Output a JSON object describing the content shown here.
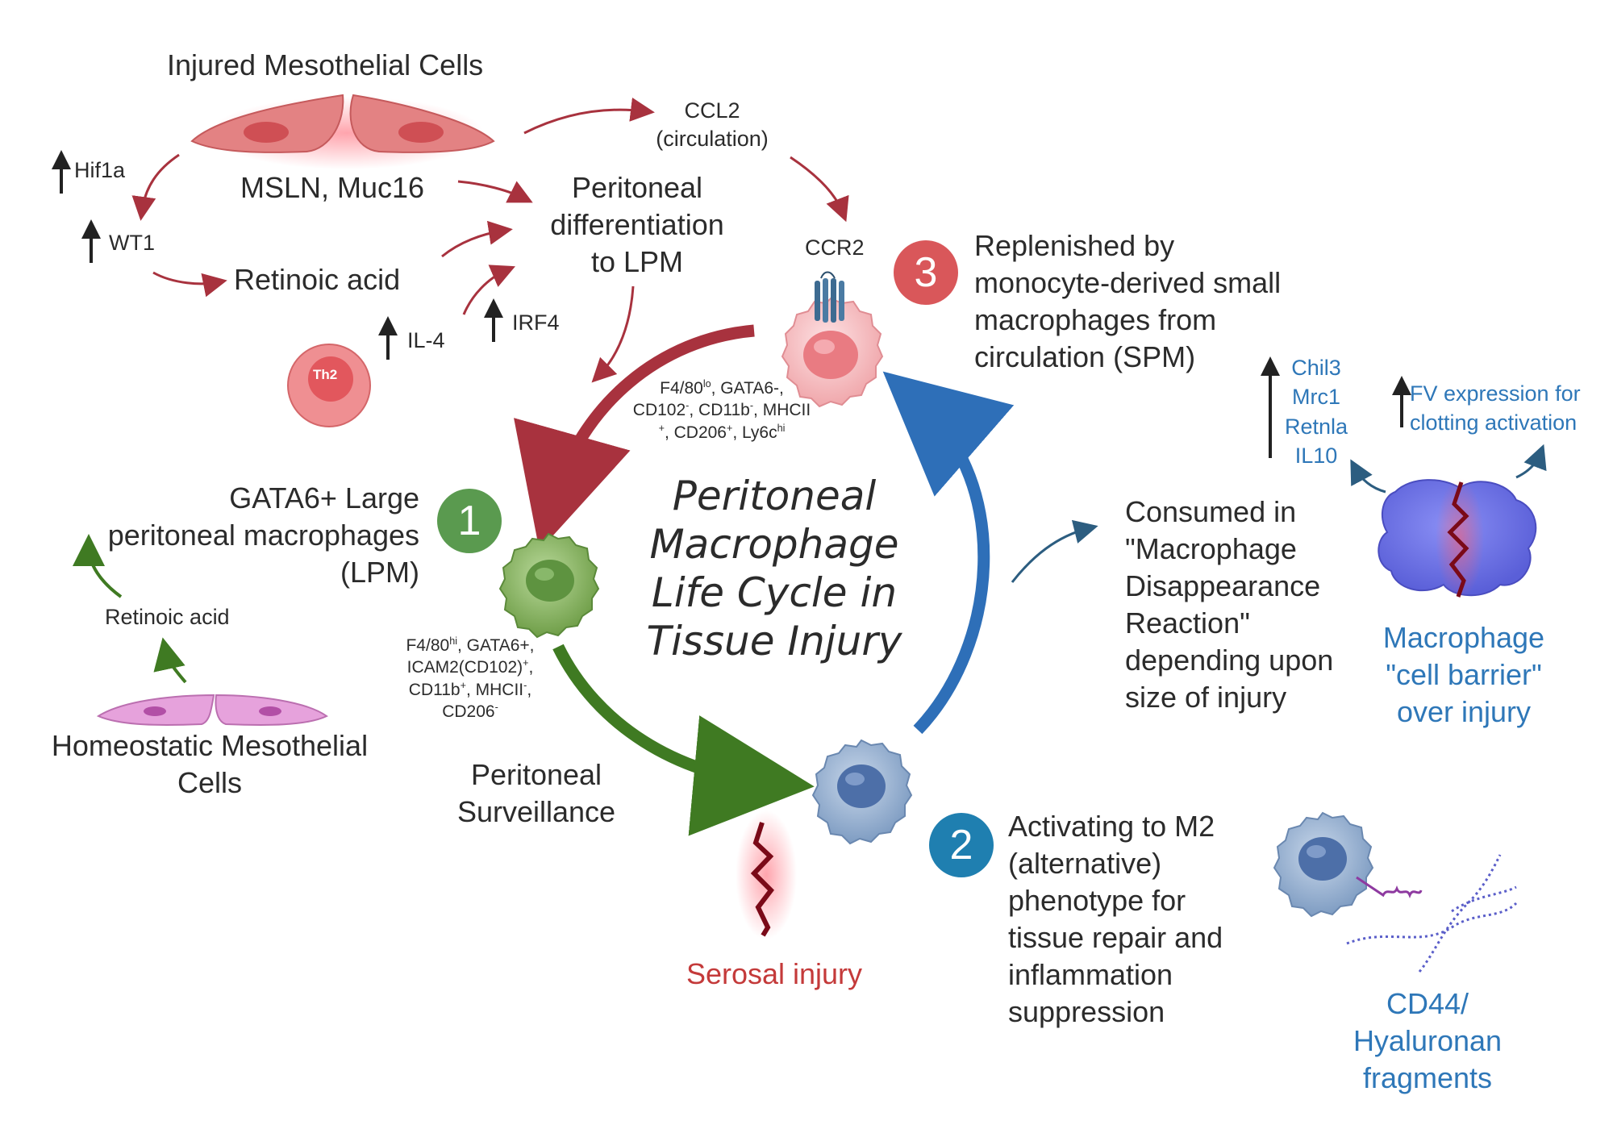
{
  "title": {
    "line1": "Peritoneal",
    "line2": "Macrophage",
    "line3": "Life Cycle in",
    "line4": "Tissue Injury"
  },
  "top": {
    "injured_cells": "Injured Mesothelial Cells",
    "hif1a": "Hif1a",
    "wt1": "WT1",
    "msln": "MSLN, Muc16",
    "retinoic_acid": "Retinoic acid",
    "il4": "IL-4",
    "irf4": "IRF4",
    "th2": "Th2",
    "differentiation": {
      "line1": "Peritoneal",
      "line2": "differentiation",
      "line3": "to LPM"
    },
    "ccl2": {
      "line1": "CCL2",
      "line2": "(circulation)"
    },
    "ccr2": "CCR2"
  },
  "step1": {
    "number": "1",
    "label": {
      "line1": "GATA6+ Large",
      "line2": "peritoneal macrophages",
      "line3": "(LPM)"
    },
    "markers": {
      "l1a": "F4/80",
      "l1sup": "hi",
      "l1b": ", GATA6+,",
      "l2a": "ICAM2(CD102)",
      "l2sup": "+",
      "l2b": ",",
      "l3a": "CD11b",
      "l3sup": "+",
      "l3b": ", MHCII",
      "l3sup2": "-",
      "l3c": ",",
      "l4a": "CD206",
      "l4sup": "-"
    },
    "retinoic_acid": "Retinoic acid",
    "homeostatic": {
      "line1": "Homeostatic Mesothelial",
      "line2": "Cells"
    },
    "surveillance": {
      "line1": "Peritoneal",
      "line2": "Surveillance"
    }
  },
  "step3": {
    "number": "3",
    "text": {
      "line1": "Replenished by",
      "line2": "monocyte-derived small",
      "line3": "macrophages from",
      "line4": "circulation (SPM)"
    },
    "markers": {
      "l1a": "F4/80",
      "l1sup": "lo",
      "l1b": ", GATA6-,",
      "l2a": "CD102",
      "l2sup": "-",
      "l2b": ", CD11b",
      "l2sup2": "-",
      "l2c": ", MHCII",
      "l3sup": "+",
      "l3a": ", CD206",
      "l3sup2": "+",
      "l3b": ", Ly6c",
      "l3sup3": "hi"
    }
  },
  "disappearance": {
    "line1": "Consumed in",
    "line2": "\"Macrophage",
    "line3": "Disappearance",
    "line4": "Reaction\"",
    "line5": "depending upon",
    "line6": "size of injury"
  },
  "barrier": {
    "genes": [
      "Chil3",
      "Mrc1",
      "Retnla",
      "IL10"
    ],
    "fv": {
      "line1": "FV expression for",
      "line2": "clotting activation"
    },
    "label": {
      "line1": "Macrophage",
      "line2": "\"cell barrier\"",
      "line3": "over injury"
    }
  },
  "step2": {
    "number": "2",
    "text": {
      "line1": "Activating to M2",
      "line2": "(alternative)",
      "line3": "phenotype for",
      "line4": "tissue repair and",
      "line5": "inflammation",
      "line6": "suppression"
    },
    "cd44": {
      "line1": "CD44/",
      "line2": "Hyaluronan",
      "line3": "fragments"
    }
  },
  "serosal_injury": "Serosal injury",
  "colors": {
    "red_arrow": "#a8323e",
    "green_arrow": "#3f7a22",
    "blue_arrow": "#2e6fb8",
    "badge1": "#5a9a4f",
    "badge2": "#1f7fb0",
    "badge3": "#d9575a"
  }
}
